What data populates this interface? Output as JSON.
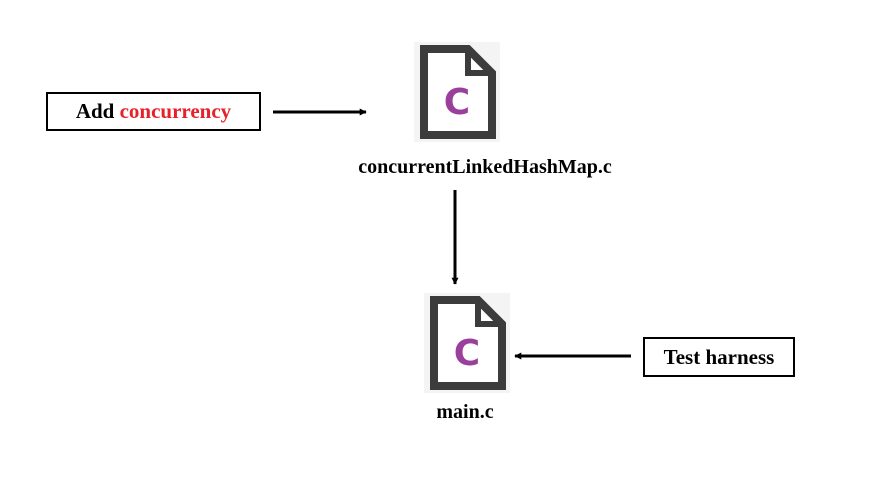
{
  "colors": {
    "accent": "#e8202a",
    "icon_frame": "#3c3c3c",
    "icon_letter": "#9b3f9c",
    "arrow": "#000000"
  },
  "labels": {
    "add_prefix": "Add",
    "add_accent": "concurrency",
    "test": "Test harness"
  },
  "files": {
    "top": {
      "name": "concurrentLinkedHashMap.c",
      "letter": "C",
      "icon": "c-source-file-icon"
    },
    "bottom": {
      "name": "main.c",
      "letter": "C",
      "icon": "c-source-file-icon"
    }
  }
}
